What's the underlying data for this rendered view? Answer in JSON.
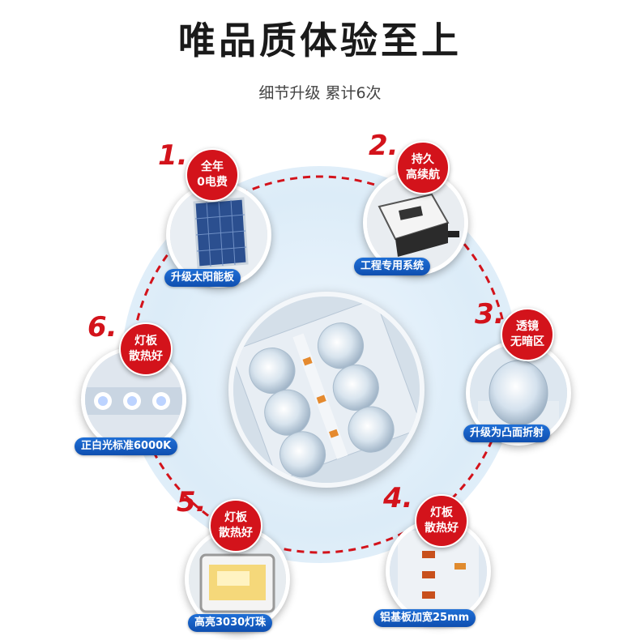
{
  "header": {
    "title": "唯品质体验至上",
    "subtitle": "细节升级 累计6次"
  },
  "colors": {
    "accent_red": "#d3131b",
    "label_blue": "#1560c4"
  },
  "features": [
    {
      "num": "1.",
      "badge_line1": "全年",
      "badge_line2": "0电费",
      "label": "升级太阳能板",
      "icon": "solar-panel-image"
    },
    {
      "num": "2.",
      "badge_line1": "持久",
      "badge_line2": "高续航",
      "label": "工程专用系统",
      "icon": "controller-box-image"
    },
    {
      "num": "3.",
      "badge_line1": "透镜",
      "badge_line2": "无暗区",
      "label": "升级为凸面折射",
      "icon": "convex-lens-image"
    },
    {
      "num": "4.",
      "badge_line1": "灯板",
      "badge_line2": "散热好",
      "label": "铝基板加宽25mm",
      "icon": "aluminum-board-image"
    },
    {
      "num": "5.",
      "badge_line1": "灯板",
      "badge_line2": "散热好",
      "label": "高亮3030灯珠",
      "icon": "led-chip-image"
    },
    {
      "num": "6.",
      "badge_line1": "灯板",
      "badge_line2": "散热好",
      "label": "正白光标准6000K",
      "icon": "led-strip-image"
    }
  ]
}
